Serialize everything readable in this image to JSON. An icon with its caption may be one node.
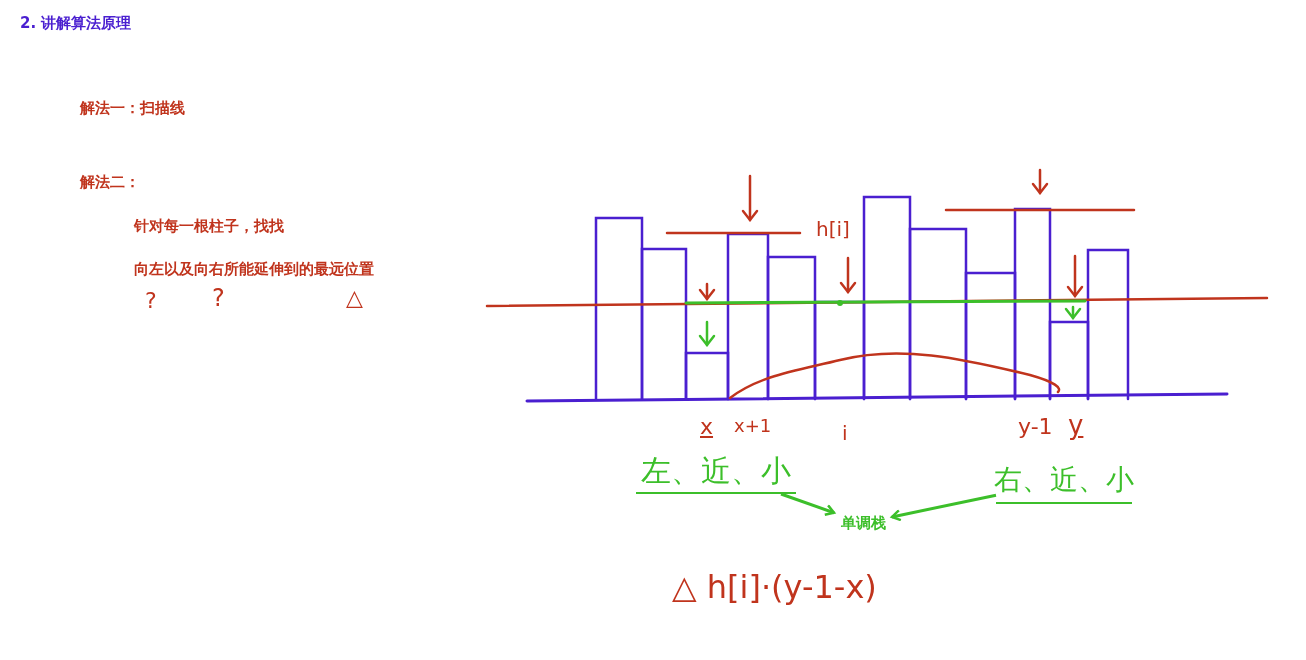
{
  "diagram": {
    "title": "2. 讲解算法原理",
    "nodes": [
      {
        "text": [
          "左、近、小"
        ]
      },
      {
        "text": [
          "右、近、小"
        ]
      },
      {
        "text": [
          "单调栈"
        ]
      }
    ],
    "edges": [
      {
        "from": 0,
        "to": 2,
        "arrow": "to",
        "color": "#3cbf2a"
      },
      {
        "from": 1,
        "to": 2,
        "arrow": "to",
        "color": "#3cbf2a"
      }
    ],
    "labels": [
      "解法一：扫描线",
      "解法二：",
      "针对每一根柱子，找找",
      "向左以及向右所能延伸到的最远位置",
      "?",
      "?",
      "△",
      "h[i]",
      "x",
      "x+1",
      "i",
      "y-1",
      "y",
      "△ h[i]·(y-1-x)"
    ]
  }
}
